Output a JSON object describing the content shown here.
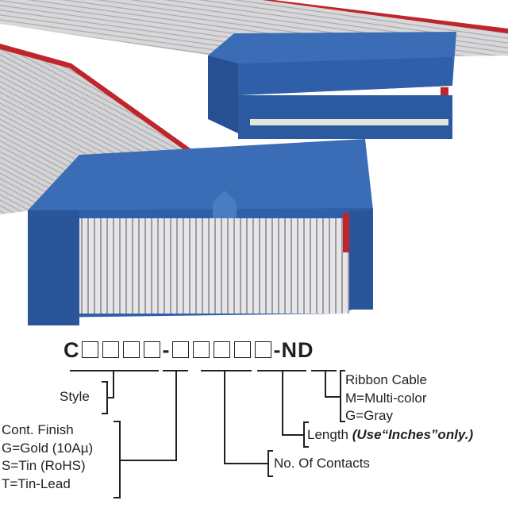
{
  "part_number": {
    "prefix": "C",
    "group1_boxes": 4,
    "separator": "-",
    "group2_boxes": 5,
    "suffix": "-ND"
  },
  "legend": {
    "style": "Style",
    "finish": [
      "Cont. Finish",
      "G=Gold (10Aµ)",
      "S=Tin (RoHS)",
      "T=Tin-Lead"
    ],
    "contacts": "No. Of Contacts",
    "length": "Length",
    "length_note": "(Use“Inches”only.)",
    "cable": [
      "Ribbon Cable",
      "M=Multi-color",
      "G=Gray"
    ]
  },
  "colors": {
    "connector": "#2f5fa8",
    "cable": "#cfcfd2",
    "stripe": "#c0252b"
  }
}
